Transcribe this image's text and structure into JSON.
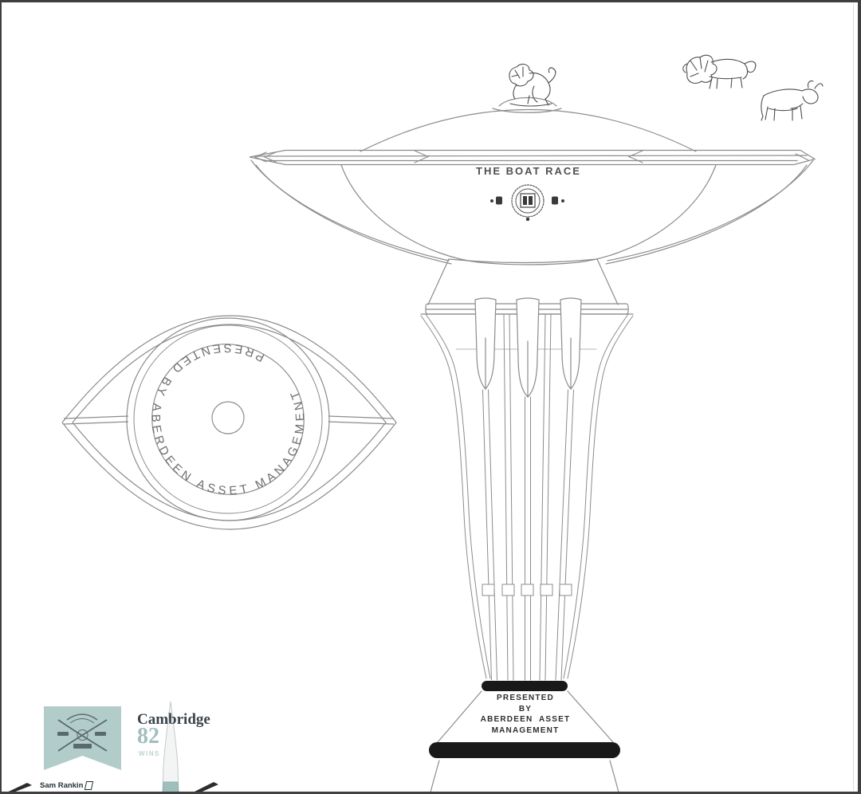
{
  "page": {
    "background": "#ffffff",
    "border_color": "#3f3f3f"
  },
  "trophy": {
    "bowl_label": "THE BOAT RACE",
    "base_engraving": {
      "line1": "PRESENTED",
      "line2": "BY",
      "line3": "ABERDEEN ASSET",
      "line4": "MANAGEMENT"
    },
    "plan_view_ring_text": "PRESENTED BY ABERDEEN ASSET MANAGEMENT",
    "line_color": "#8c8c8c",
    "base_bar_color": "#191919",
    "engraving_color": "#2e2e2e",
    "crest_icon": "boat-race-crest"
  },
  "mascots": {
    "lion_icon": "lion-sketch",
    "bull_icon": "bull-sketch",
    "finial_icon": "lion-finial-sketch"
  },
  "cambridge_panel": {
    "team_name": "Cambridge",
    "wins_value": "82",
    "wins_label": "WINS",
    "crew_name": "Sam Rankin",
    "pennant_color": "#b2ccc9",
    "emblem_color": "#4a5a5e",
    "team_name_color": "#39444a",
    "wins_value_color": "#a3bdbf",
    "boat_hull_color": "#f3f5f5",
    "boat_band_color": "#9fbfbd"
  }
}
